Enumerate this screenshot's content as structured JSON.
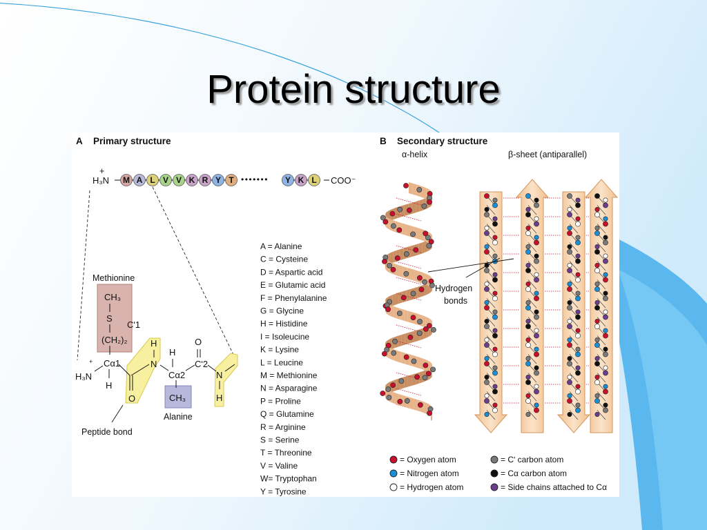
{
  "slide": {
    "title": "Protein structure",
    "colors": {
      "background_light": "#eaf5fc",
      "accent_blue": "#5ab8ef",
      "line_blue": "#3aa2dc"
    }
  },
  "panel_a": {
    "letter": "A",
    "heading": "Primary structure",
    "chain": {
      "n_terminus": "H₃N",
      "charge_plus": "+",
      "c_terminus": "COO⁻",
      "ellipsis": "•••••••",
      "residues_start": [
        {
          "letter": "M",
          "color": "#d4a7a4"
        },
        {
          "letter": "A",
          "color": "#b8b8d8"
        },
        {
          "letter": "L",
          "color": "#ddd07a"
        },
        {
          "letter": "V",
          "color": "#a8d48a"
        },
        {
          "letter": "V",
          "color": "#a8d48a"
        },
        {
          "letter": "K",
          "color": "#c7a3c7"
        },
        {
          "letter": "R",
          "color": "#c7a3c7"
        },
        {
          "letter": "Y",
          "color": "#8fb4e4"
        },
        {
          "letter": "T",
          "color": "#e0ad7e"
        }
      ],
      "residues_end": [
        {
          "letter": "Y",
          "color": "#8fb4e4"
        },
        {
          "letter": "K",
          "color": "#c7a3c7"
        },
        {
          "letter": "L",
          "color": "#ddd07a"
        }
      ]
    },
    "structure": {
      "methionine_label": "Methionine",
      "alanine_label": "Alanine",
      "peptide_bond_label": "Peptide bond",
      "ch3": "CH₃",
      "s": "S",
      "ch2_2": "(CH₂)₂",
      "c_prime_1": "Cʹ1",
      "c_prime_2": "Cʹ2",
      "c_alpha_1": "Cα1",
      "c_alpha_2": "Cα2",
      "h": "H",
      "n": "N",
      "o": "O",
      "h3n": "H₃N",
      "plus": "+"
    },
    "amino_acids": [
      "A  =  Alanine",
      "C  =  Cysteine",
      "D  =  Aspartic acid",
      "E  =  Glutamic acid",
      "F  =  Phenylalanine",
      "G  =  Glycine",
      "H  =  Histidine",
      "I   =  Isoleucine",
      "K  =  Lysine",
      "L  =  Leucine",
      "M  =  Methionine",
      "N  =  Asparagine",
      "P  =  Proline",
      "Q  =  Glutamine",
      "R  =  Arginine",
      "S  =  Serine",
      "T  =  Threonine",
      "V  =  Valine",
      "W=  Tryptophan",
      "Y  =  Tyrosine"
    ]
  },
  "panel_b": {
    "letter": "B",
    "heading": "Secondary structure",
    "alpha_helix_label": "α-helix",
    "beta_sheet_label": "β-sheet (antiparallel)",
    "hydrogen_bonds_label_1": "Hydrogen",
    "hydrogen_bonds_label_2": "bonds",
    "legend": [
      {
        "label": "= Oxygen atom",
        "color": "#c8102e"
      },
      {
        "label": "= Nitrogen atom",
        "color": "#1a8fd8"
      },
      {
        "label": "= Hydrogen atom",
        "color": "#ffffff"
      },
      {
        "label": "= Cʹ carbon atom",
        "color": "#7a7a7a"
      },
      {
        "label": "= Cα carbon atom",
        "color": "#111111"
      },
      {
        "label": "= Side chains attached to Cα",
        "color": "#6a3d8f"
      }
    ]
  }
}
